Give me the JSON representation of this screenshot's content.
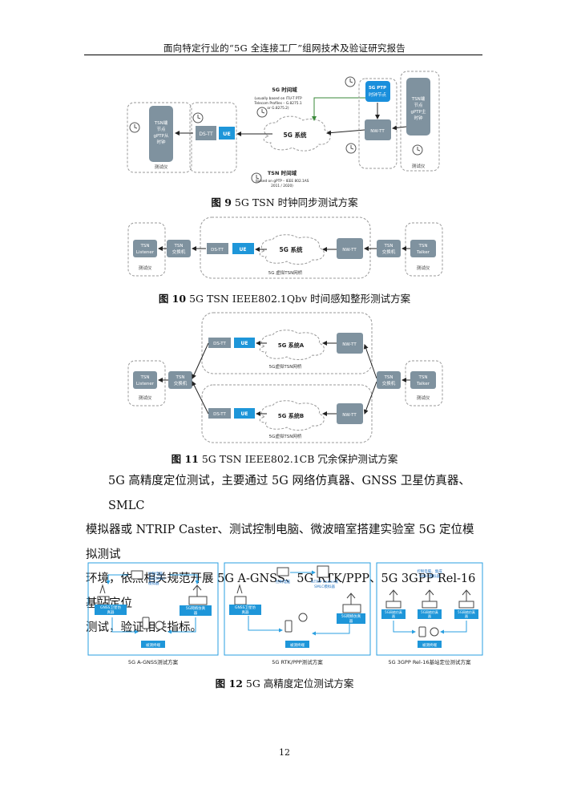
{
  "header": {
    "title": "面向特定行业的“5G 全连接工厂”组网技术及验证研究报告"
  },
  "figure9": {
    "time_domain_5g": "5G 时间域",
    "time_domain_5g_note": [
      "(usually based on ITU-T PTP",
      "Telecom Profiles – G.8275.1",
      "or G.8275.2)"
    ],
    "tsn_end_node": [
      "TSN端",
      "节点",
      "gPTP从",
      "时钟"
    ],
    "tester_left": "测试仪",
    "ds_tt": "DS-TT",
    "ue": "UE",
    "system": "5G 系统",
    "ptp_node": [
      "5G PTP",
      "时钟节点"
    ],
    "nw_tt": "NW-TT",
    "tsn_master": [
      "TSN端",
      "节点",
      "gPTP主",
      "时钟"
    ],
    "tester_right": "测试仪",
    "tsn_domain": "TSN 时间域",
    "tsn_domain_note": [
      "(based on gPTP – IEEE 802.1AS",
      "2011 / 2020)"
    ],
    "caption_num": "图 9",
    "caption_text": "5G TSN 时钟同步测试方案"
  },
  "figure10": {
    "listener": [
      "TSN",
      "Listener"
    ],
    "tester_left": "测试仪",
    "switch_left": [
      "TSN",
      "交换机"
    ],
    "ds_tt": "DS-TT",
    "ue": "UE",
    "system": "5G 系统",
    "nw_tt": "NW-TT",
    "switch_right": [
      "TSN",
      "交换机"
    ],
    "talker": [
      "TSN",
      "Talker"
    ],
    "tester_right": "测试仪",
    "bridge": "5G 虚拟TSN网桥",
    "caption_num": "图 10",
    "caption_text": "5G TSN IEEE802.1Qbv 时间感知整形测试方案"
  },
  "figure11": {
    "listener": [
      "TSN",
      "Listener"
    ],
    "tester_left": "测试仪",
    "switch_left": [
      "TSN",
      "交换机"
    ],
    "ds_tt": "DS-TT",
    "ue": "UE",
    "system_a": "5G 系统A",
    "system_b": "5G 系统B",
    "nw_tt": "NW-TT",
    "bridge": "5G虚拟TSN网桥",
    "switch_right": [
      "TSN",
      "交换机"
    ],
    "talker": [
      "TSN",
      "Talker"
    ],
    "tester_right": "测试仪",
    "caption_num": "图 11",
    "caption_text": "5G TSN IEEE802.1CB 冗余保护测试方案"
  },
  "body": {
    "line1": "5G 高精度定位测试，主要通过 5G 网络仿真器、GNSS 卫星仿真器、SMLC",
    "line2": "模拟器或 NTRIP Caster、测试控制电脑、微波暗室搭建实验室 5G 定位模拟测试",
    "line3": "环境，依照相关规范开展 5G A-GNSS、5G RTK/PPP、5G 3GPP Rel-16 基站定位",
    "line4": "测试，验证相关指标。"
  },
  "figure12": {
    "panel1": {
      "ctrl": [
        "控制电脑、",
        "集成SMLC",
        "模拟器"
      ],
      "gnss": [
        "GNSS卫星仿",
        "真器"
      ],
      "net": [
        "5G网络仿真",
        "器"
      ],
      "term": "被测终端",
      "label": "5G A-GNSS测试方案"
    },
    "panel2": {
      "ctrl": "控制电脑",
      "ntrip": [
        "NTRIP Caster或",
        "SMLC模拟器"
      ],
      "gnss": [
        "GNSS卫星仿",
        "真器"
      ],
      "net": [
        "5G网络仿真",
        "器"
      ],
      "term": "被测终端",
      "label": "5G RTK/PPP测试方案"
    },
    "panel3": {
      "ctrl": [
        "控制电脑、集成",
        "SMLC模拟器"
      ],
      "net": [
        "5G网络仿真",
        "器"
      ],
      "term": "被测终端",
      "label": "5G 3GPP Rel-16基站定位测试方案"
    },
    "caption_num": "图 12",
    "caption_text": "5G 高精度定位测试方案"
  },
  "page_number": "12",
  "colors": {
    "gray_box": "#7f929f",
    "blue_box": "#1e96d9",
    "ptp_blue": "#1a8fdc",
    "green_arrow": "#3a8a3a",
    "dash": "#9a9a9a"
  }
}
